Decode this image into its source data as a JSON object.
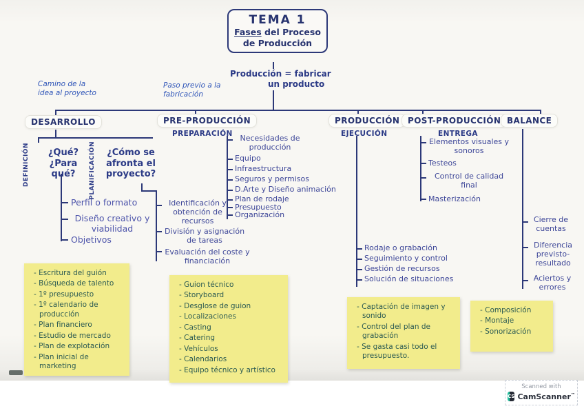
{
  "title": {
    "tema": "TEMA 1",
    "fases": "Fases",
    "line2_rest": "del Proceso",
    "line3": "de Producción"
  },
  "equation": {
    "line1": "Producción = fabricar",
    "line2": "un producto"
  },
  "annotations": {
    "desarrollo": "Camino de la idea al proyecto",
    "preproduccion": "Paso previo a la fabricación"
  },
  "branches": {
    "desarrollo": {
      "label": "DESARROLLO",
      "definicion": {
        "side_label": "DEFINICIÓN",
        "question": "¿Qué? ¿Para qué?",
        "items": [
          "Perfil o formato",
          "Diseño creativo y viabilidad",
          "Objetivos"
        ]
      },
      "planificacion": {
        "side_label": "PLANIFICACIÓN",
        "question": "¿Cómo se afronta el proyecto?",
        "items": [
          "Identificación y obtención de recursos",
          "División y asignación de tareas",
          "Evaluación del coste y financiación"
        ]
      },
      "sticky": [
        "Escritura del guión",
        "Búsqueda de talento",
        "1º presupuesto",
        "1º calendario de producción",
        "Plan financiero",
        "Estudio de mercado",
        "Plan de explotación",
        "Plan inicial de marketing"
      ]
    },
    "preproduccion": {
      "label": "PRE-PRODUCCIÓN",
      "sublabel": "PREPARACIÓN",
      "items": [
        "Necesidades de producción",
        "Equipo",
        "Infraestructura",
        "Seguros y permisos",
        "D.Arte y Diseño animación",
        "Plan de rodaje",
        "Presupuesto",
        "Organización"
      ],
      "sticky": [
        "Guion técnico",
        "Storyboard",
        "Desglose de guion",
        "Localizaciones",
        "Casting",
        "Catering",
        "Vehículos",
        "Calendarios",
        "Equipo técnico y artístico"
      ]
    },
    "produccion": {
      "label": "PRODUCCIÓN",
      "sublabel": "EJECUCIÓN",
      "items": [
        "Rodaje o grabación",
        "Seguimiento y control",
        "Gestión de recursos",
        "Solución de situaciones"
      ],
      "sticky": [
        "Captación de imagen y sonido",
        "Control del plan de grabación",
        "Se gasta casi todo el presupuesto."
      ]
    },
    "postproduccion": {
      "label": "POST-PRODUCCIÓN",
      "sublabel": "ENTREGA",
      "items": [
        "Elementos visuales y sonoros",
        "Testeos",
        "Control de calidad final",
        "Masterización"
      ],
      "sticky": [
        "Composición",
        "Montaje",
        "Sonorización"
      ]
    },
    "balance": {
      "label": "BALANCE",
      "items": [
        "Cierre de cuentas",
        "Diferencia previsto-resultado",
        "Aciertos y errores"
      ]
    }
  },
  "badge": {
    "scanned": "Scanned with",
    "app": "CamScanner",
    "tm": "™",
    "icon": "CS"
  },
  "colors": {
    "ink": "#2c3878",
    "annotation": "#2f55b8",
    "sticky_bg": "#f2ec8c",
    "sticky_ink": "#2b5a52"
  }
}
